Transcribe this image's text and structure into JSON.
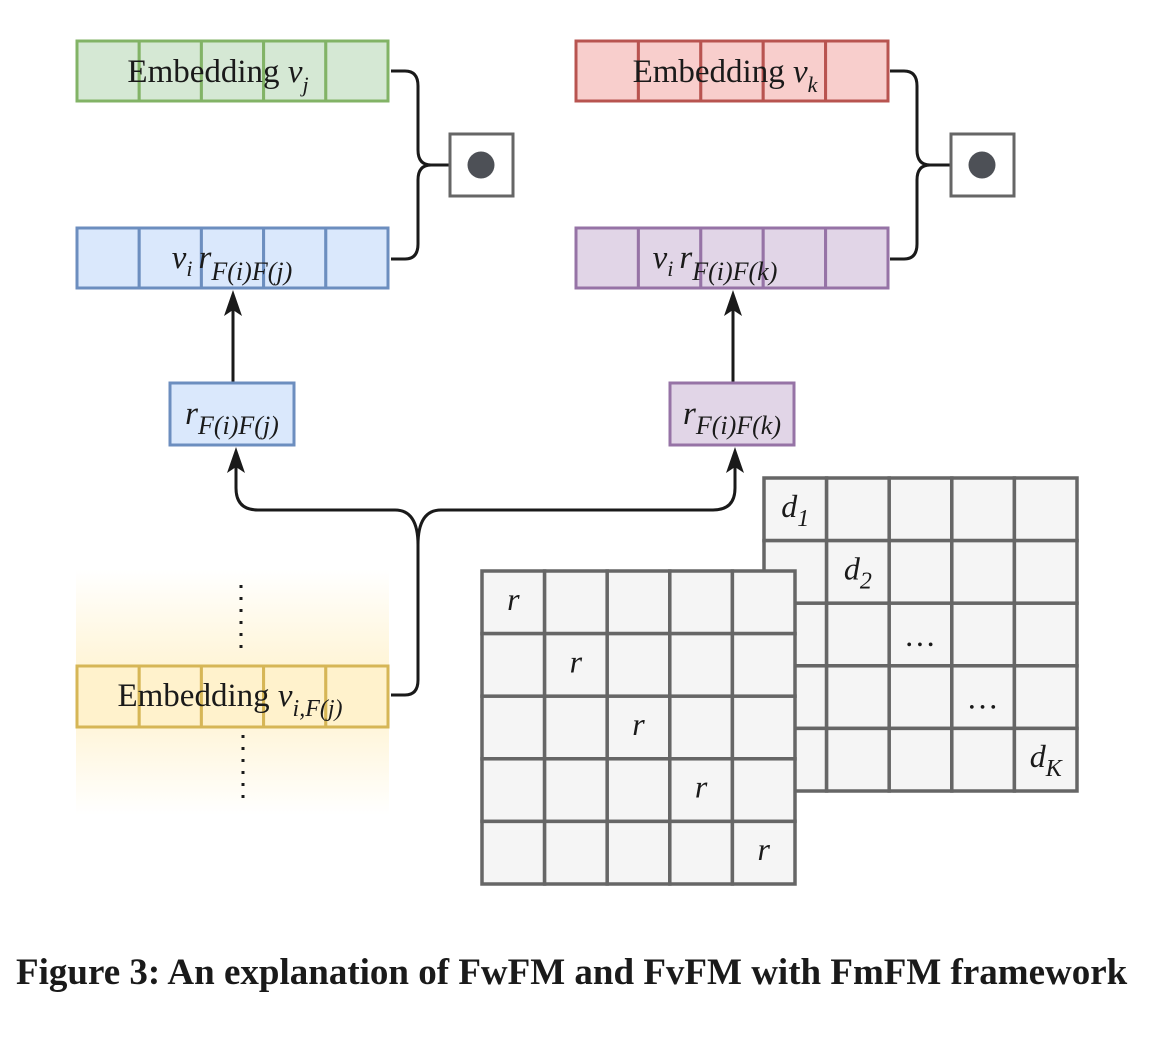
{
  "diagram": {
    "left_branch": {
      "embedding": {
        "label_main": "Embedding ",
        "label_var": "v",
        "label_sub": "j",
        "color_fill": "#d5e8d4",
        "color_stroke": "#82b366"
      },
      "product": {
        "label_v": "v",
        "label_v_sub": "i",
        "label_r": "r",
        "label_r_sub": "F(i)F(j)",
        "color_fill": "#dae8fc",
        "color_stroke": "#6c8ebf"
      },
      "r_box": {
        "label_r": "r",
        "label_r_sub": "F(i)F(j)",
        "color_fill": "#dae8fc",
        "color_stroke": "#6c8ebf"
      },
      "dot_operator": {
        "icon": "dot-product-icon"
      }
    },
    "right_branch": {
      "embedding": {
        "label_main": "Embedding ",
        "label_var": "v",
        "label_sub": "k",
        "color_fill": "#f8cecc",
        "color_stroke": "#b85450"
      },
      "product": {
        "label_v": "v",
        "label_v_sub": "i",
        "label_r": "r",
        "label_r_sub": "F(i)F(k)",
        "color_fill": "#e1d5e7",
        "color_stroke": "#9673a6"
      },
      "r_box": {
        "label_r": "r",
        "label_r_sub": "F(i)F(k)",
        "color_fill": "#e1d5e7",
        "color_stroke": "#9673a6"
      },
      "dot_operator": {
        "icon": "dot-product-icon"
      }
    },
    "source_embedding": {
      "label_main": "Embedding ",
      "label_var": "v",
      "label_sub": "i,F(j)",
      "color_fill": "#fff2cc",
      "color_stroke": "#d6b656",
      "ellipsis": "vertical-dots"
    },
    "matrix_r": {
      "diagonal_label": "r",
      "size": 5,
      "color_fill": "#f5f5f5",
      "color_stroke": "#666666"
    },
    "matrix_d": {
      "diagonal": [
        {
          "base": "d",
          "sub": "1"
        },
        {
          "base": "d",
          "sub": "2"
        },
        {
          "base": "…",
          "sub": ""
        },
        {
          "base": "…",
          "sub": ""
        },
        {
          "base": "d",
          "sub": "K"
        }
      ],
      "size": 5,
      "color_fill": "#f5f5f5",
      "color_stroke": "#666666"
    },
    "colors": {
      "arrow": "#1a1a1a",
      "operator_stroke": "#666666",
      "operator_dot": "#4d5056"
    }
  },
  "caption": {
    "text": "Figure 3: An explanation of FwFM and FvFM with FmFM framework"
  }
}
